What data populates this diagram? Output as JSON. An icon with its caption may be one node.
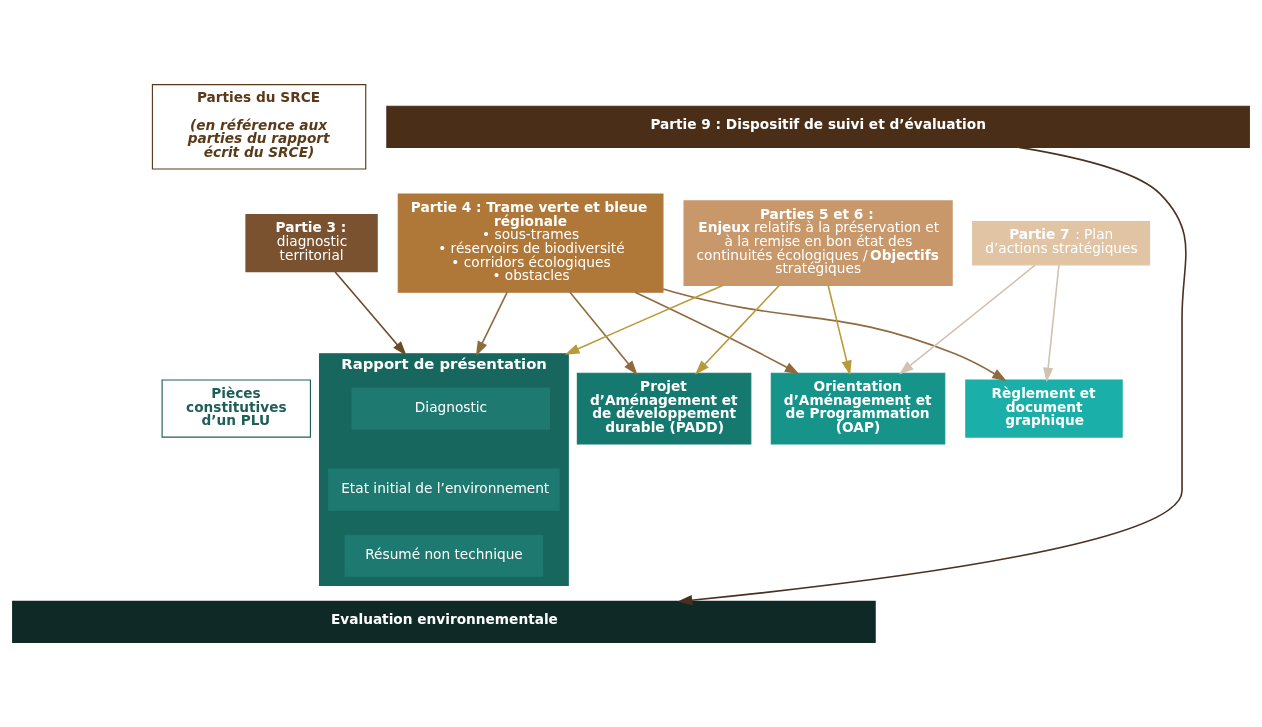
{
  "diagram": {
    "nodes": [
      {
        "text": [
          "Parties du SRCE",
          "(en référence aux parties du rapport écrit du SRCE)"
        ]
      },
      {
        "text": [
          "Partie 9 : Dispositif de suivi et d’évaluation"
        ]
      },
      {
        "text": [
          "Partie 3 :",
          "diagnostic territorial"
        ]
      },
      {
        "text": [
          "Partie 4 : Trame verte et bleue régionale",
          "• sous-trames",
          "• réservoirs de biodiversité",
          "• corridors écologiques",
          "• obstacles"
        ]
      },
      {
        "text": [
          "Parties 5 et 6 :",
          "**Enjeux** relatifs à la préservation et à la remise en bon état des continuités écologiques / **Objectifs** stratégiques"
        ]
      },
      {
        "text": [
          "**Partie 7** : Plan d’actions stratégiques"
        ]
      },
      {
        "text": [
          "Pièces constitutives d’un PLU"
        ]
      },
      {
        "text": [
          "Rapport de présentation"
        ]
      },
      {
        "text": [
          "Diagnostic"
        ],
        "in": 7
      },
      {
        "text": [
          "Etat initial de l’environnement"
        ],
        "in": 7
      },
      {
        "text": [
          "Résumé non technique"
        ],
        "in": 7
      },
      {
        "text": [
          "Projet d’Aménagement et de développement durable (PADD)"
        ]
      },
      {
        "text": [
          "Orientation d’Aménagement et de Programmation (OAP)"
        ]
      },
      {
        "text": [
          "Règlement et document graphique"
        ]
      },
      {
        "text": [
          "Evaluation environnementale"
        ]
      }
    ],
    "edges": [
      {
        "from": 2,
        "to": 7,
        "arrow": "to",
        "color": "#6b4a2a"
      },
      {
        "from": 3,
        "to": 7,
        "arrow": "to",
        "color": "#8f6a3e"
      },
      {
        "from": 3,
        "to": 11,
        "arrow": "to",
        "color": "#8f6a3e"
      },
      {
        "from": 3,
        "to": 12,
        "arrow": "to",
        "color": "#8f6a3e"
      },
      {
        "from": 3,
        "to": 13,
        "arrow": "to",
        "color": "#8f6a3e"
      },
      {
        "from": 4,
        "to": 7,
        "arrow": "to",
        "color": "#b89a3a"
      },
      {
        "from": 4,
        "to": 11,
        "arrow": "to",
        "color": "#b89a3a"
      },
      {
        "from": 4,
        "to": 12,
        "arrow": "to",
        "color": "#b89a3a"
      },
      {
        "from": 5,
        "to": 12,
        "arrow": "to",
        "color": "#d2c2b2"
      },
      {
        "from": 5,
        "to": 13,
        "arrow": "to",
        "color": "#d2c2b2"
      },
      {
        "from": 1,
        "to": 14,
        "arrow": "to",
        "color": "#4a3020"
      }
    ]
  }
}
